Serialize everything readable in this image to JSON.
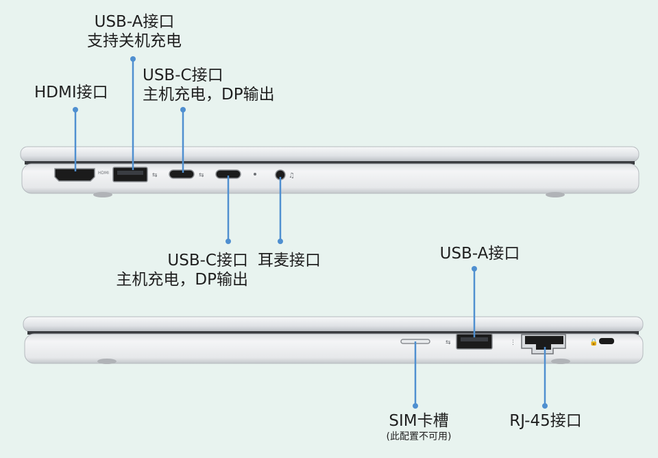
{
  "labels": {
    "hdmi": "HDMI接口",
    "usb_a_left_line1": "USB-A接口",
    "usb_a_left_line2": "支持关机充电",
    "usb_c_top_line1": "USB-C接口",
    "usb_c_top_line2": "主机充电，DP输出",
    "usb_c_bottom_line1": "USB-C接口",
    "usb_c_bottom_line2": "主机充电，DP输出",
    "audio": "耳麦接口",
    "usb_a_right": "USB-A接口",
    "sim": "SIM卡槽",
    "sim_note": "(此配置不可用)",
    "rj45": "RJ-45接口"
  },
  "colors": {
    "background": "#e8f3ef",
    "pointer": "#4f8fd0",
    "body_light": "#eef0f2",
    "body_mid": "#c9ccd0",
    "port_dark": "#1b1b1b"
  },
  "icons": {
    "usb": "usb-symbol-icon",
    "thunderbolt": "thunderbolt-icon",
    "headset": "headset-icon",
    "lock": "lock-icon",
    "network": "network-icon"
  }
}
